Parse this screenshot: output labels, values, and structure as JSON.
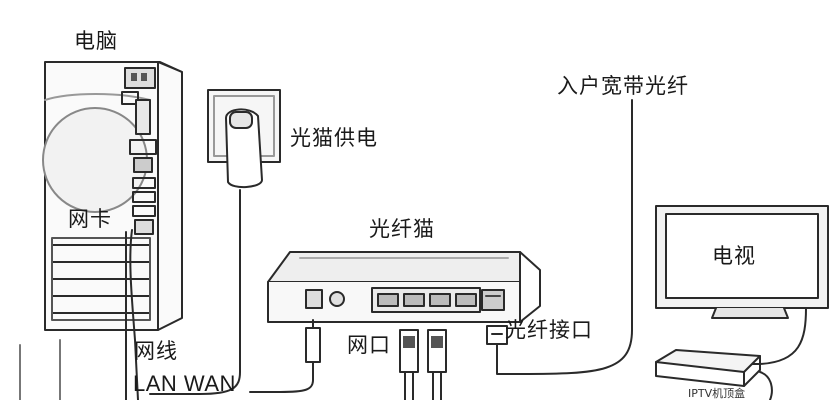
{
  "labels": {
    "computer": "电脑",
    "nic": "网卡",
    "onu_power": "光猫供电",
    "fiber_in": "入户宽带光纤",
    "onu": "光纤猫",
    "tv": "电视",
    "fiber_port": "光纤接口",
    "lan_port": "网口",
    "cable": "网线",
    "lan_wan": "LAN WAN",
    "settop": "IPTV机顶盒"
  },
  "colors": {
    "line": "#2a2a2a",
    "fill": "#f4f4f4",
    "shade": "#d8d8d8"
  },
  "icons": [
    "computer-tower-icon",
    "power-adapter-icon",
    "optical-modem-icon",
    "television-icon",
    "set-top-box-icon",
    "ethernet-plug-icon"
  ]
}
